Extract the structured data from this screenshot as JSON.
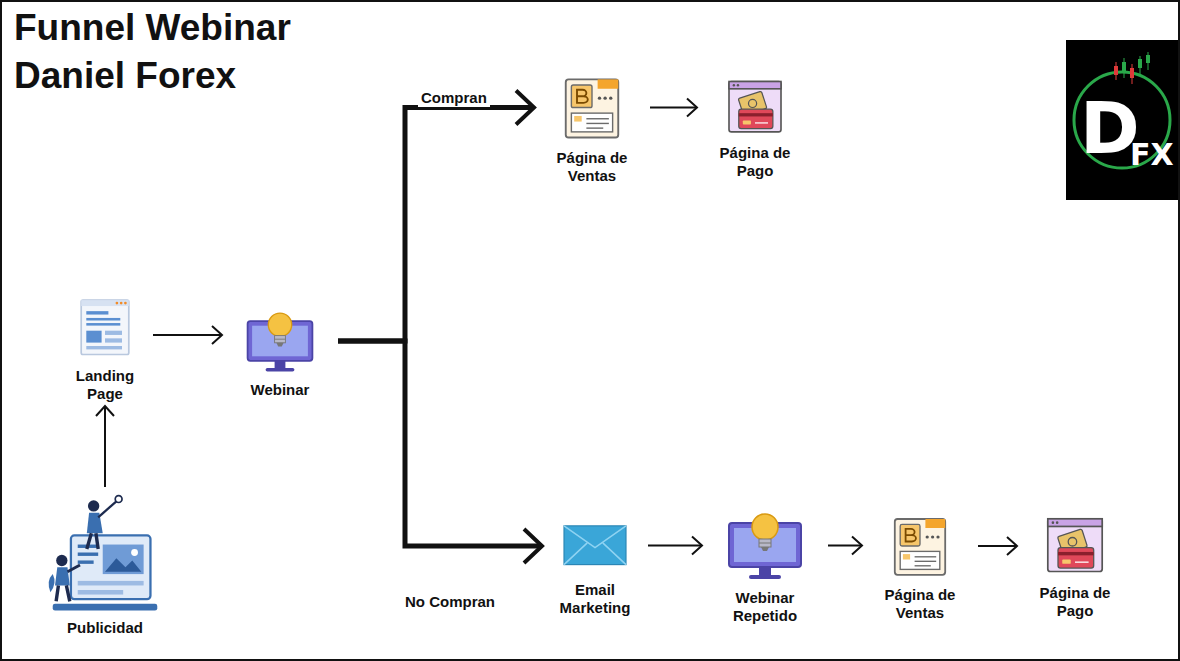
{
  "diagram": {
    "title": "Funnel Webinar Daniel Forex",
    "nodes": [
      {
        "text": [
          "Página de Ventas"
        ]
      },
      {
        "text": [
          "Página de Pago"
        ]
      },
      {
        "text": [
          "Landing Page"
        ]
      },
      {
        "text": [
          "Webinar"
        ]
      },
      {
        "text": [
          "Email Marketing"
        ]
      },
      {
        "text": [
          "Webinar Repetido"
        ]
      },
      {
        "text": [
          "Página de Ventas"
        ]
      },
      {
        "text": [
          "Página de Pago"
        ]
      },
      {
        "text": [
          "Publicidad"
        ]
      },
      {
        "text": [
          "D",
          "FX"
        ]
      }
    ],
    "edges": [
      {
        "from": 8,
        "to": 2,
        "arrow": "to"
      },
      {
        "from": 2,
        "to": 3,
        "arrow": "to"
      },
      {
        "from": 3,
        "to": 0,
        "label": "Compran",
        "arrow": "to"
      },
      {
        "from": 3,
        "to": 4,
        "label": "No Compran",
        "arrow": "to"
      },
      {
        "from": 0,
        "to": 1,
        "arrow": "to"
      },
      {
        "from": 4,
        "to": 5,
        "arrow": "to"
      },
      {
        "from": 5,
        "to": 6,
        "arrow": "to"
      },
      {
        "from": 6,
        "to": 7,
        "arrow": "to"
      }
    ]
  }
}
